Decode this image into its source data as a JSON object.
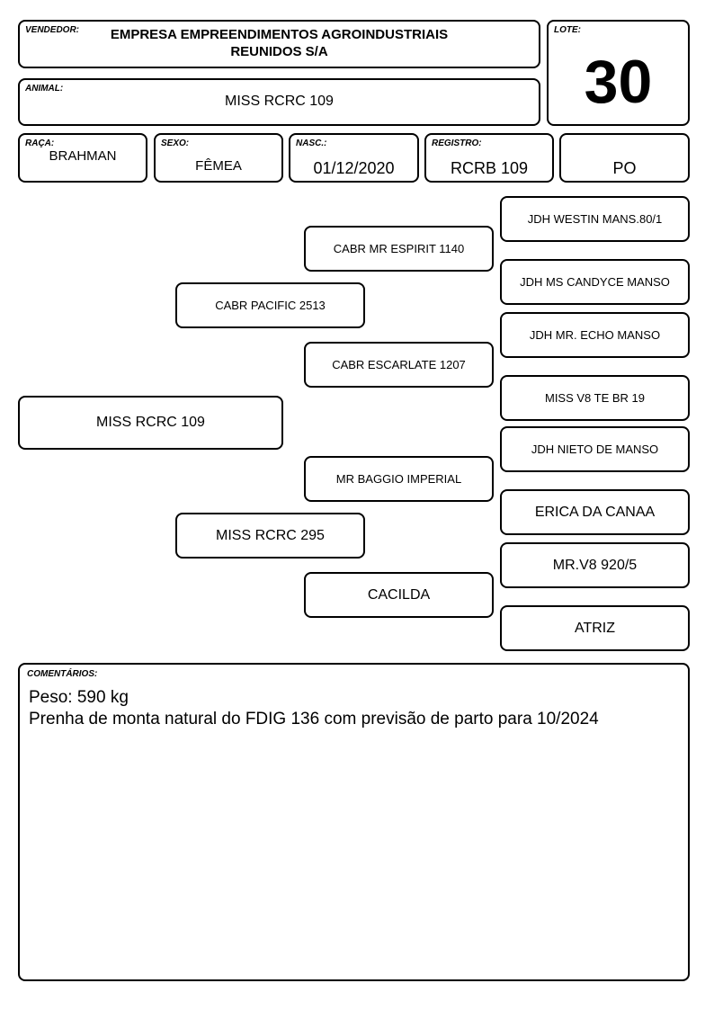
{
  "header": {
    "vendor_label": "VENDEDOR:",
    "vendor_line1": "EMPRESA EMPREENDIMENTOS AGROINDUSTRIAIS",
    "vendor_line2": "REUNIDOS S/A",
    "lot_label": "LOTE:",
    "lot_number": "30",
    "animal_label": "ANIMAL:",
    "animal_name": "MISS RCRC 109",
    "breed_label": "RAÇA:",
    "breed": "BRAHMAN",
    "sex_label": "SEXO:",
    "sex": "FÊMEA",
    "birth_label": "NASC.:",
    "birth": "01/12/2020",
    "registry_label": "REGISTRO:",
    "registry": "RCRB 109",
    "category": "PO"
  },
  "pedigree": {
    "animal": "MISS RCRC 109",
    "sire": "CABR PACIFIC 2513",
    "dam": "MISS RCRC 295",
    "sire_sire": "CABR MR ESPIRIT 1140",
    "sire_dam": "CABR ESCARLATE 1207",
    "dam_sire": "MR BAGGIO IMPERIAL",
    "dam_dam": "CACILDA",
    "sss": "JDH WESTIN MANS.80/1",
    "ssd": "JDH MS CANDYCE MANSO",
    "sds": "JDH MR. ECHO MANSO",
    "sdd": "MISS V8 TE BR 19",
    "dss": "JDH NIETO DE MANSO",
    "dsd": "ERICA DA CANAA",
    "dds": "MR.V8 920/5",
    "ddd": "ATRIZ"
  },
  "comments": {
    "label": "COMENTÁRIOS:",
    "line1": "Peso: 590 kg",
    "line2": "Prenha de monta natural do FDIG 136 com previsão de parto para 10/2024"
  }
}
